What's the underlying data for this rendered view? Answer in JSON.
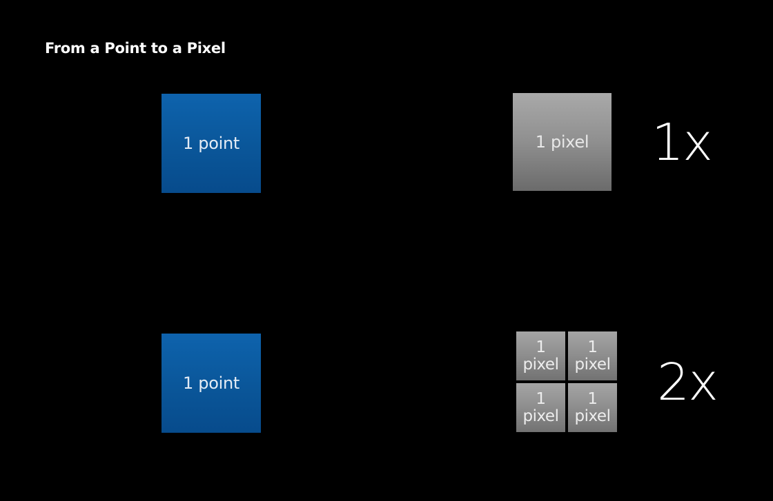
{
  "slide": {
    "title": "From a Point to a Pixel"
  },
  "row_1x": {
    "point_label": "1 point",
    "pixel_label": "1 pixel",
    "scale": "1x"
  },
  "row_2x": {
    "point_label": "1 point",
    "pixels": [
      {
        "number": "1",
        "unit": "pixel"
      },
      {
        "number": "1",
        "unit": "pixel"
      },
      {
        "number": "1",
        "unit": "pixel"
      },
      {
        "number": "1",
        "unit": "pixel"
      }
    ],
    "scale": "2x"
  },
  "colors": {
    "background": "#000000",
    "point_blue": "#0a5699",
    "pixel_gray": "#8f8f8f",
    "text": "#ffffff"
  }
}
